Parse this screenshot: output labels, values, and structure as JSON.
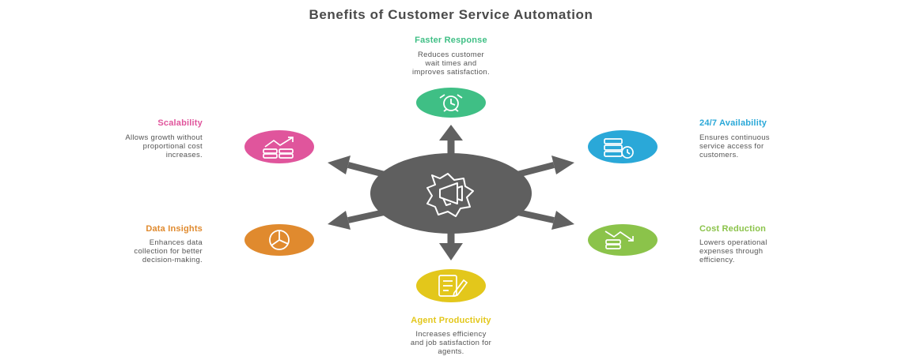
{
  "title": "Benefits of Customer Service Automation",
  "hub": {
    "icon": "megaphone-gear-icon",
    "color": "#5f5f5f"
  },
  "benefits": [
    {
      "id": "faster-response",
      "title": "Faster Response",
      "description": "Reduces customer wait times and improves satisfaction.",
      "description_lines": [
        "Reduces customer",
        "wait times and",
        "improves satisfaction."
      ],
      "color": "#3fbf85",
      "icon": "clock-gear-icon"
    },
    {
      "id": "availability",
      "title": "24/7 Availability",
      "description": "Ensures continuous service access for customers.",
      "description_lines": [
        "Ensures continuous",
        "service access for",
        "customers."
      ],
      "color": "#2aa8d8",
      "icon": "server-clock-icon"
    },
    {
      "id": "cost-reduction",
      "title": "Cost Reduction",
      "description": "Lowers operational expenses through efficiency.",
      "description_lines": [
        "Lowers operational",
        "expenses through",
        "efficiency."
      ],
      "color": "#8bc34a",
      "icon": "money-down-icon"
    },
    {
      "id": "agent-productivity",
      "title": "Agent Productivity",
      "description": "Increases efficiency and job satisfaction for agents.",
      "description_lines": [
        "Increases efficiency",
        "and job satisfaction for",
        "agents."
      ],
      "color": "#e3c71b",
      "icon": "checklist-pencil-icon"
    },
    {
      "id": "data-insights",
      "title": "Data Insights",
      "description": "Enhances data collection for better decision-making.",
      "description_lines": [
        "Enhances data",
        "collection for better",
        "decision-making."
      ],
      "color": "#e08a2e",
      "icon": "pie-chart-icon"
    },
    {
      "id": "scalability",
      "title": "Scalability",
      "description": "Allows growth without proportional cost increases.",
      "description_lines": [
        "Allows growth without",
        "proportional cost",
        "increases."
      ],
      "color": "#e0559c",
      "icon": "growth-money-icon"
    }
  ]
}
